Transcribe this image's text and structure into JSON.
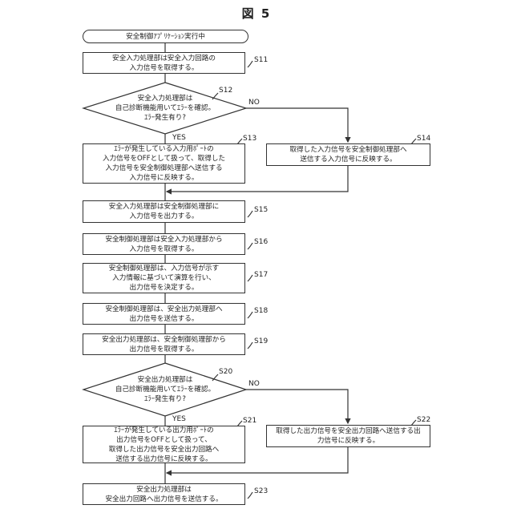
{
  "figure": {
    "title": "図 5"
  },
  "start": {
    "text": "安全制御ｱﾌﾟﾘｹｰｼｮﾝ実行中"
  },
  "steps": {
    "S11": {
      "id": "S11",
      "text": "安全入力処理部は安全入力回路の\n入力信号を取得する。"
    },
    "S12": {
      "id": "S12",
      "text": "安全入力処理部は\n自己診断機能用いてｴﾗｰを確認。\nｴﾗｰ発生有り?"
    },
    "S13": {
      "id": "S13",
      "text": "ｴﾗｰが発生している入力用ﾎﾟｰﾄの\n入力信号をOFFとして扱って、取得した\n入力信号を安全制御処理部へ送信する\n入力信号に反映する。"
    },
    "S14": {
      "id": "S14",
      "text": "取得した入力信号を安全制御処理部へ\n送信する入力信号に反映する。"
    },
    "S15": {
      "id": "S15",
      "text": "安全入力処理部は安全制御処理部に\n入力信号を出力する。"
    },
    "S16": {
      "id": "S16",
      "text": "安全制御処理部は安全入力処理部から\n入力信号を取得する。"
    },
    "S17": {
      "id": "S17",
      "text": "安全制御処理部は、入力信号が示す\n入力情報に基づいて演算を行い、\n出力信号を決定する。"
    },
    "S18": {
      "id": "S18",
      "text": "安全制御処理部は、安全出力処理部へ\n出力信号を送信する。"
    },
    "S19": {
      "id": "S19",
      "text": "安全出力処理部は、安全制御処理部から\n出力信号を取得する。"
    },
    "S20": {
      "id": "S20",
      "text": "安全出力処理部は\n自己診断機能用いてｴﾗｰを確認。\nｴﾗｰ発生有り?"
    },
    "S21": {
      "id": "S21",
      "text": "ｴﾗｰが発生している出力用ﾎﾟｰﾄの\n出力信号をOFFとして扱って、\n取得した出力信号を安全出力回路へ\n送信する出力信号に反映する。"
    },
    "S22": {
      "id": "S22",
      "text": "取得した出力信号を安全出力回路へ送信する出\n力信号に反映する。"
    },
    "S23": {
      "id": "S23",
      "text": "安全出力処理部は\n安全出力回路へ出力信号を送信する。"
    }
  },
  "branch_labels": {
    "yes": "YES",
    "no": "NO"
  }
}
